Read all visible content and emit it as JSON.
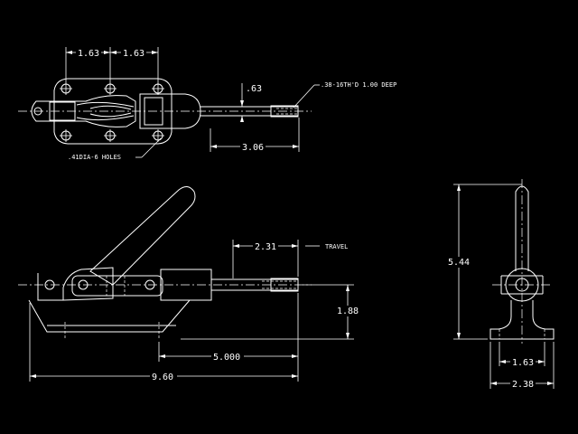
{
  "colors": {
    "background": "#000000",
    "lines": "#ffffff"
  },
  "top_view": {
    "dim_hole_spacing_left": "1.63",
    "dim_hole_spacing_right": "1.63",
    "dim_plunger_dia": ".63",
    "dim_plunger_reach": "3.06",
    "note_thread": ".38-16TH'D 1.00 DEEP",
    "note_holes": ".41DIA-6 HOLES"
  },
  "side_view": {
    "dim_travel": "2.31",
    "label_travel": "TRAVEL",
    "dim_height": "1.88",
    "dim_base_to_tip": "5.000",
    "dim_overall_length": "9.60"
  },
  "end_view": {
    "dim_overall_height": "5.44",
    "dim_hole_spacing": "1.63",
    "dim_base_width": "2.38"
  }
}
